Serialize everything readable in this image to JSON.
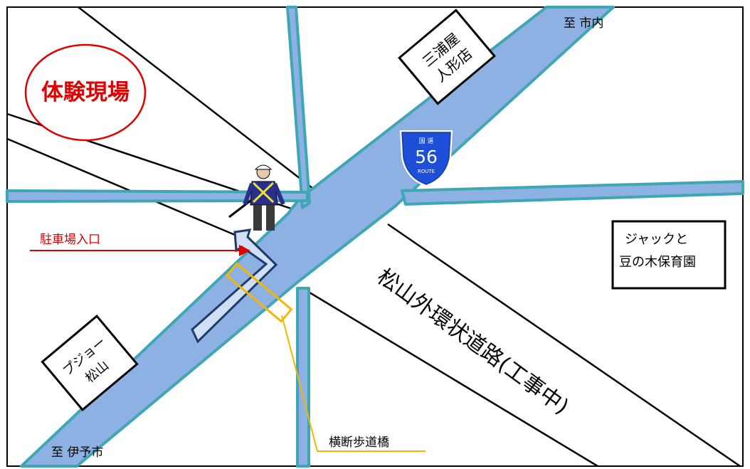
{
  "site_label": "体験現場",
  "directions": {
    "to_city": "至 市内",
    "to_iyo": "至 伊予市"
  },
  "route_sign": {
    "header": "国 道",
    "number": "56",
    "footer": "ROUTE",
    "color": "#1d4fd8"
  },
  "buildings": {
    "miuraya_line1": "三浦屋",
    "miuraya_line2": "人形店",
    "jack_line1": "ジャックと",
    "jack_line2": "豆の木保育園",
    "peugeot_line1": "プジョー",
    "peugeot_line2": "松山"
  },
  "parking_entrance_label": "駐車場入口",
  "road_label": "松山外環状道路(工事中)",
  "pedestrian_bridge_label": "横断歩道橋",
  "colors": {
    "road_fill": "#8db1e3",
    "road_edge": "#3fa6b5",
    "site_red": "#e00000",
    "bridge_yellow": "#f2b705",
    "arrow_navy": "#1f3a68"
  }
}
